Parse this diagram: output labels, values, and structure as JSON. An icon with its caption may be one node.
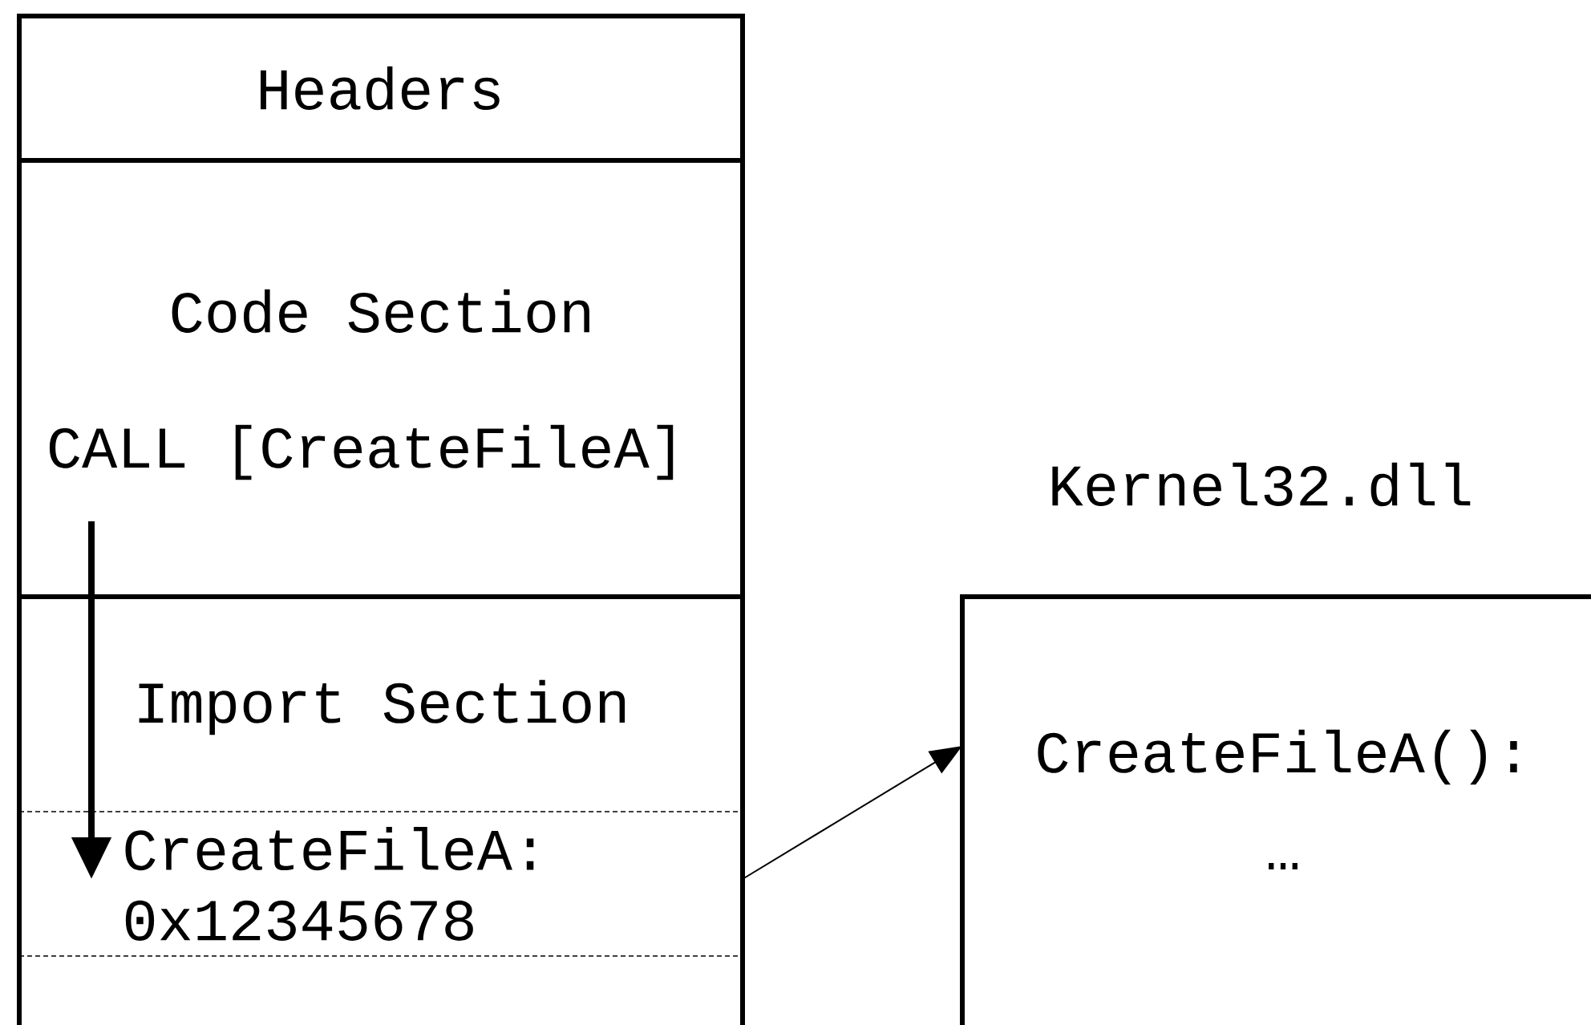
{
  "diagram": {
    "nodes": [
      {
        "text": [
          "Headers"
        ]
      },
      {
        "text": [
          "Code Section",
          "CALL [CreateFileA]"
        ]
      },
      {
        "text": [
          "Import Section"
        ]
      },
      {
        "text": [
          "CreateFileA: 0x12345678"
        ],
        "in": 2
      },
      {
        "text": [
          "Kernel32.dll",
          "CreateFileA():",
          "…"
        ]
      }
    ],
    "edges": [
      {
        "from": 1,
        "to": 3,
        "arrow": "to",
        "style": "thick"
      },
      {
        "from": 3,
        "to": 4,
        "arrow": "to"
      }
    ]
  }
}
